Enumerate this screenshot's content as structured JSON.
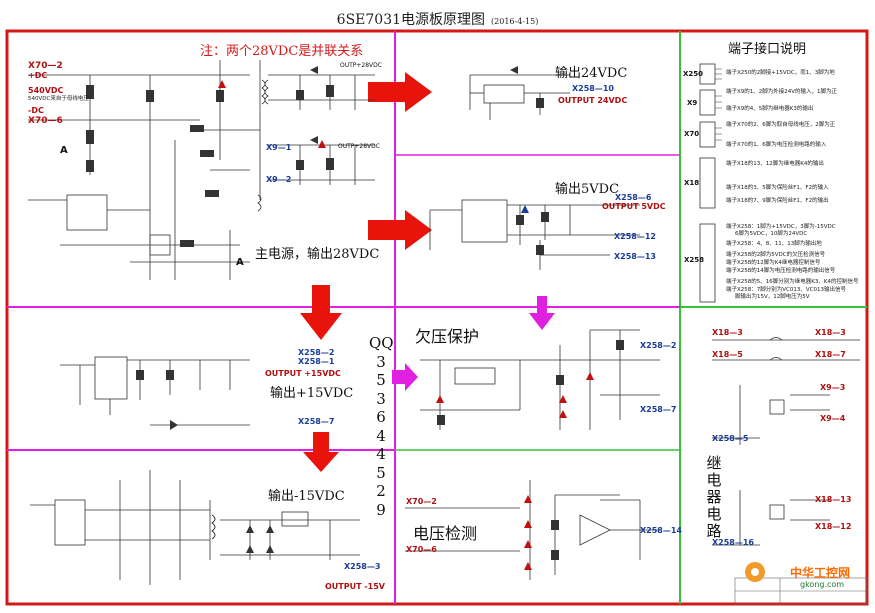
{
  "title": "6SE7031电源板原理图",
  "date": "(2016-4-15)",
  "note": "注：两个28VDC是并联关系",
  "sections": {
    "main_power": "主电源，输出28VDC",
    "out24": "输出24VDC",
    "out5": "输出5VDC",
    "out15p": "输出+15VDC",
    "out15n": "输出-15VDC",
    "undervolt": "欠压保护",
    "voltdetect": "电压检测",
    "terminal": "端子接口说明"
  },
  "relay_circuit_chars": [
    "继",
    "电",
    "器",
    "电",
    "路"
  ],
  "qq_chars": [
    "QQ",
    "3",
    "5",
    "3",
    "6",
    "4",
    "4",
    "5",
    "2",
    "9"
  ],
  "main_labels": {
    "x70_2": "X70—2",
    "vdc_plus": "+DC",
    "v540": "540VDC",
    "v540_desc": "540VDC来自于母线电压",
    "dc_minus": "-DC",
    "x70_6": "X70—6",
    "a_left": "A",
    "a_right": "A",
    "x9_1": "X9—1",
    "x9_2": "X9—2",
    "outp28": "OUTP+28VDC",
    "outp28b": "OUTP+28VDC"
  },
  "out24_labels": {
    "x258_10": "X258—10",
    "out": "OUTPUT 24VDC"
  },
  "out5_labels": {
    "x258_6": "X258—6",
    "out": "OUTPUT 5VDC",
    "x258_12": "X258—12",
    "x258_13": "X258—13"
  },
  "out15p_labels": {
    "x258_2": "X258—2",
    "x258_1": "X258—1",
    "out": "OUTPUT +15VDC",
    "x258_7": "X258—7"
  },
  "out15n_labels": {
    "x258_3": "X258—3",
    "out": "OUTPUT -15V"
  },
  "uv_labels": {
    "x258_2": "X258—2",
    "x258_7": "X258—7"
  },
  "vd_labels": {
    "x70_2": "X70—2",
    "x70_6": "X70—6",
    "x258_14": "X258—14"
  },
  "relay_labels": {
    "x18_3": "X18—3",
    "x18_3r": "X18—3",
    "x18_5": "X18—5",
    "x18_7": "X18—7",
    "x9_3": "X9—3",
    "x9_4": "X9—4",
    "x258_5": "X258—5",
    "x18_13": "X18—13",
    "x18_12": "X18—12",
    "x258_16": "X258—16"
  },
  "terminals": [
    {
      "name": "X250",
      "lines": [
        "端子X250的2脚接+15VDC，而1、3脚为地"
      ]
    },
    {
      "name": "X9",
      "lines": [
        "端子X9的1、2脚为外接24V的输入，1脚为正",
        "端子X9的4、5脚为继电器K3的输出"
      ]
    },
    {
      "name": "X70",
      "lines": [
        "端子X70的2、6脚为取自母线电压，2脚为正",
        "端子X70的1、6脚为电压检测电路的输入"
      ]
    },
    {
      "name": "X18",
      "lines": [
        "端子X18的13、12脚为继电器K4的输出",
        "端子X18的3、5脚为保险丝F1、F2的输入",
        "端子X18的7、9脚为保险丝F1、F2的输出"
      ]
    },
    {
      "name": "X258",
      "lines": [
        "端子X258：1脚为+15VDC，3脚为-15VDC",
        "6脚为5VDC，10脚为24VDC",
        "端子X258：4、8、11、13脚为输出地",
        "端子X258的2脚为5VDC的欠压检测信号",
        "端子X258的12脚为K4继电器控制信号",
        "端子X258的14脚为电压检测电路的输出信号",
        "端子X258的5、16脚分别为继电器K3、K4的控制信号",
        "端子X258：7脚分别为VC013、VC013输出信号",
        "脚输出为15V，12脚电压为5V"
      ]
    }
  ],
  "watermark": {
    "brand": "中华工控网",
    "url": "gkong.com"
  },
  "colors": {
    "red_border": "#d31818",
    "magenta": "#e020e0",
    "green": "#38c038",
    "arrow_red": "#e8140c"
  }
}
